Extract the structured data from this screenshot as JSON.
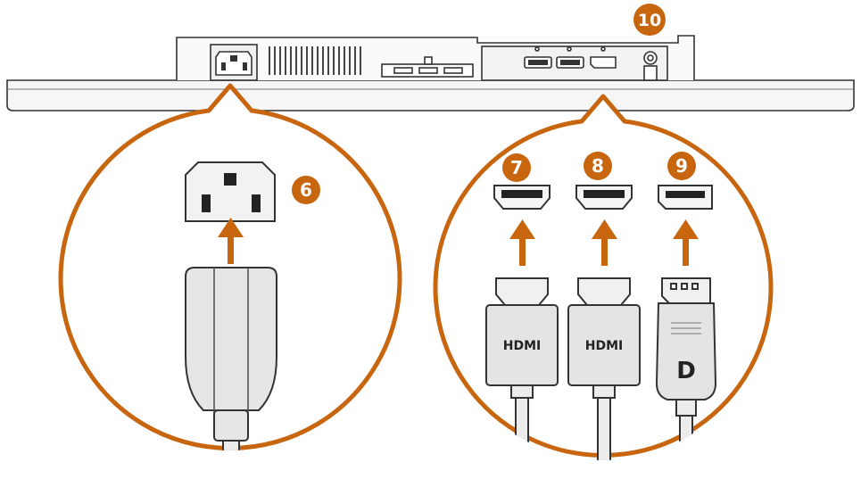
{
  "colors": {
    "accent": "#c8650f",
    "line": "#333333",
    "device_fill": "#f2f2f2",
    "plug_fill": "#e4e4e4",
    "cable_fill": "#ececec"
  },
  "callouts": [
    {
      "number": "6",
      "port": "ac-power-inlet"
    },
    {
      "number": "7",
      "port": "hdmi-port-1"
    },
    {
      "number": "8",
      "port": "hdmi-port-2"
    },
    {
      "number": "9",
      "port": "displayport"
    },
    {
      "number": "10",
      "port": "audio-out-jack"
    }
  ],
  "cable_logos": {
    "hdmi_1": "HDMI",
    "hdmi_2": "HDMI",
    "displayport": "D"
  }
}
